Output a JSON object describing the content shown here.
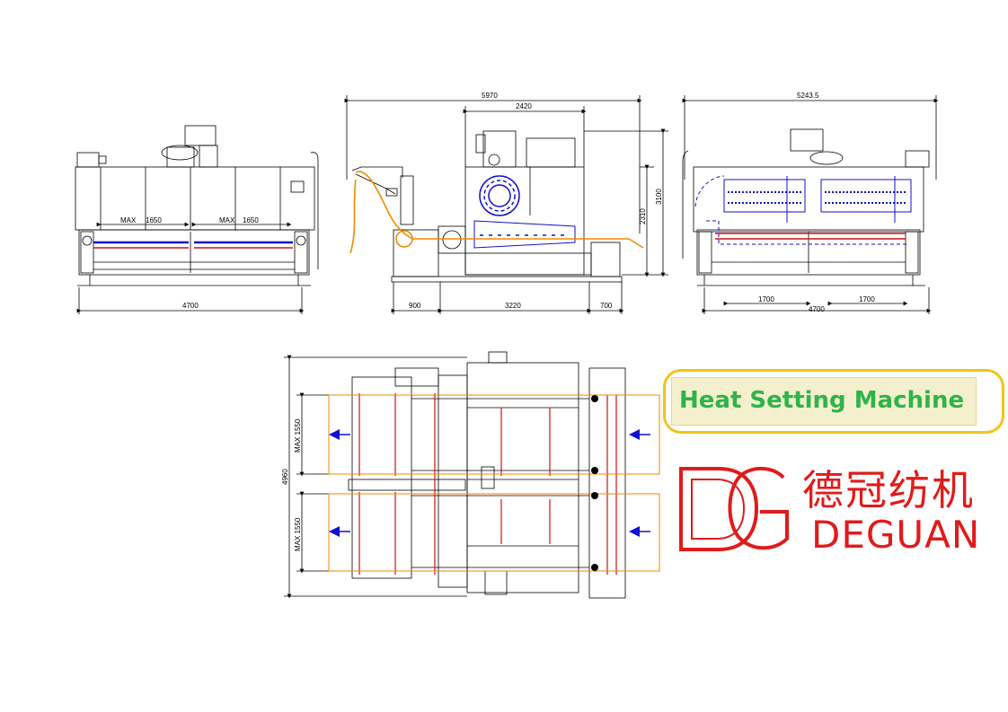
{
  "title": "Heat Setting Machine",
  "brand": {
    "monogram": "DG",
    "chinese": "德冠纺机",
    "english": "DEGUAN",
    "color": "#e01b1b"
  },
  "colors": {
    "title_text": "#2fb34a",
    "title_border": "#f2c418",
    "title_fill": "#f4f0cd",
    "lines": "#000000",
    "fabric": "#f08a00",
    "blue": "#1010d0",
    "red": "#d01010"
  },
  "dimensions": {
    "front_width_total": "4700",
    "front_max_left": "MAX",
    "front_max_left_value": "1650",
    "front_max_right": "MAX",
    "front_max_right_value": "1650",
    "side_overall": "5970",
    "side_top": "2420",
    "side_height_inner": "2310",
    "side_height_outer": "3100",
    "side_bottom_left": "900",
    "side_bottom_mid": "3220",
    "side_bottom_right": "700",
    "rear_overall": "5243.5",
    "rear_left": "1700",
    "rear_right": "1700",
    "rear_total": "4700",
    "plan_height": "4960",
    "plan_max_top": "MAX 1550",
    "plan_max_bottom": "MAX 1550"
  }
}
